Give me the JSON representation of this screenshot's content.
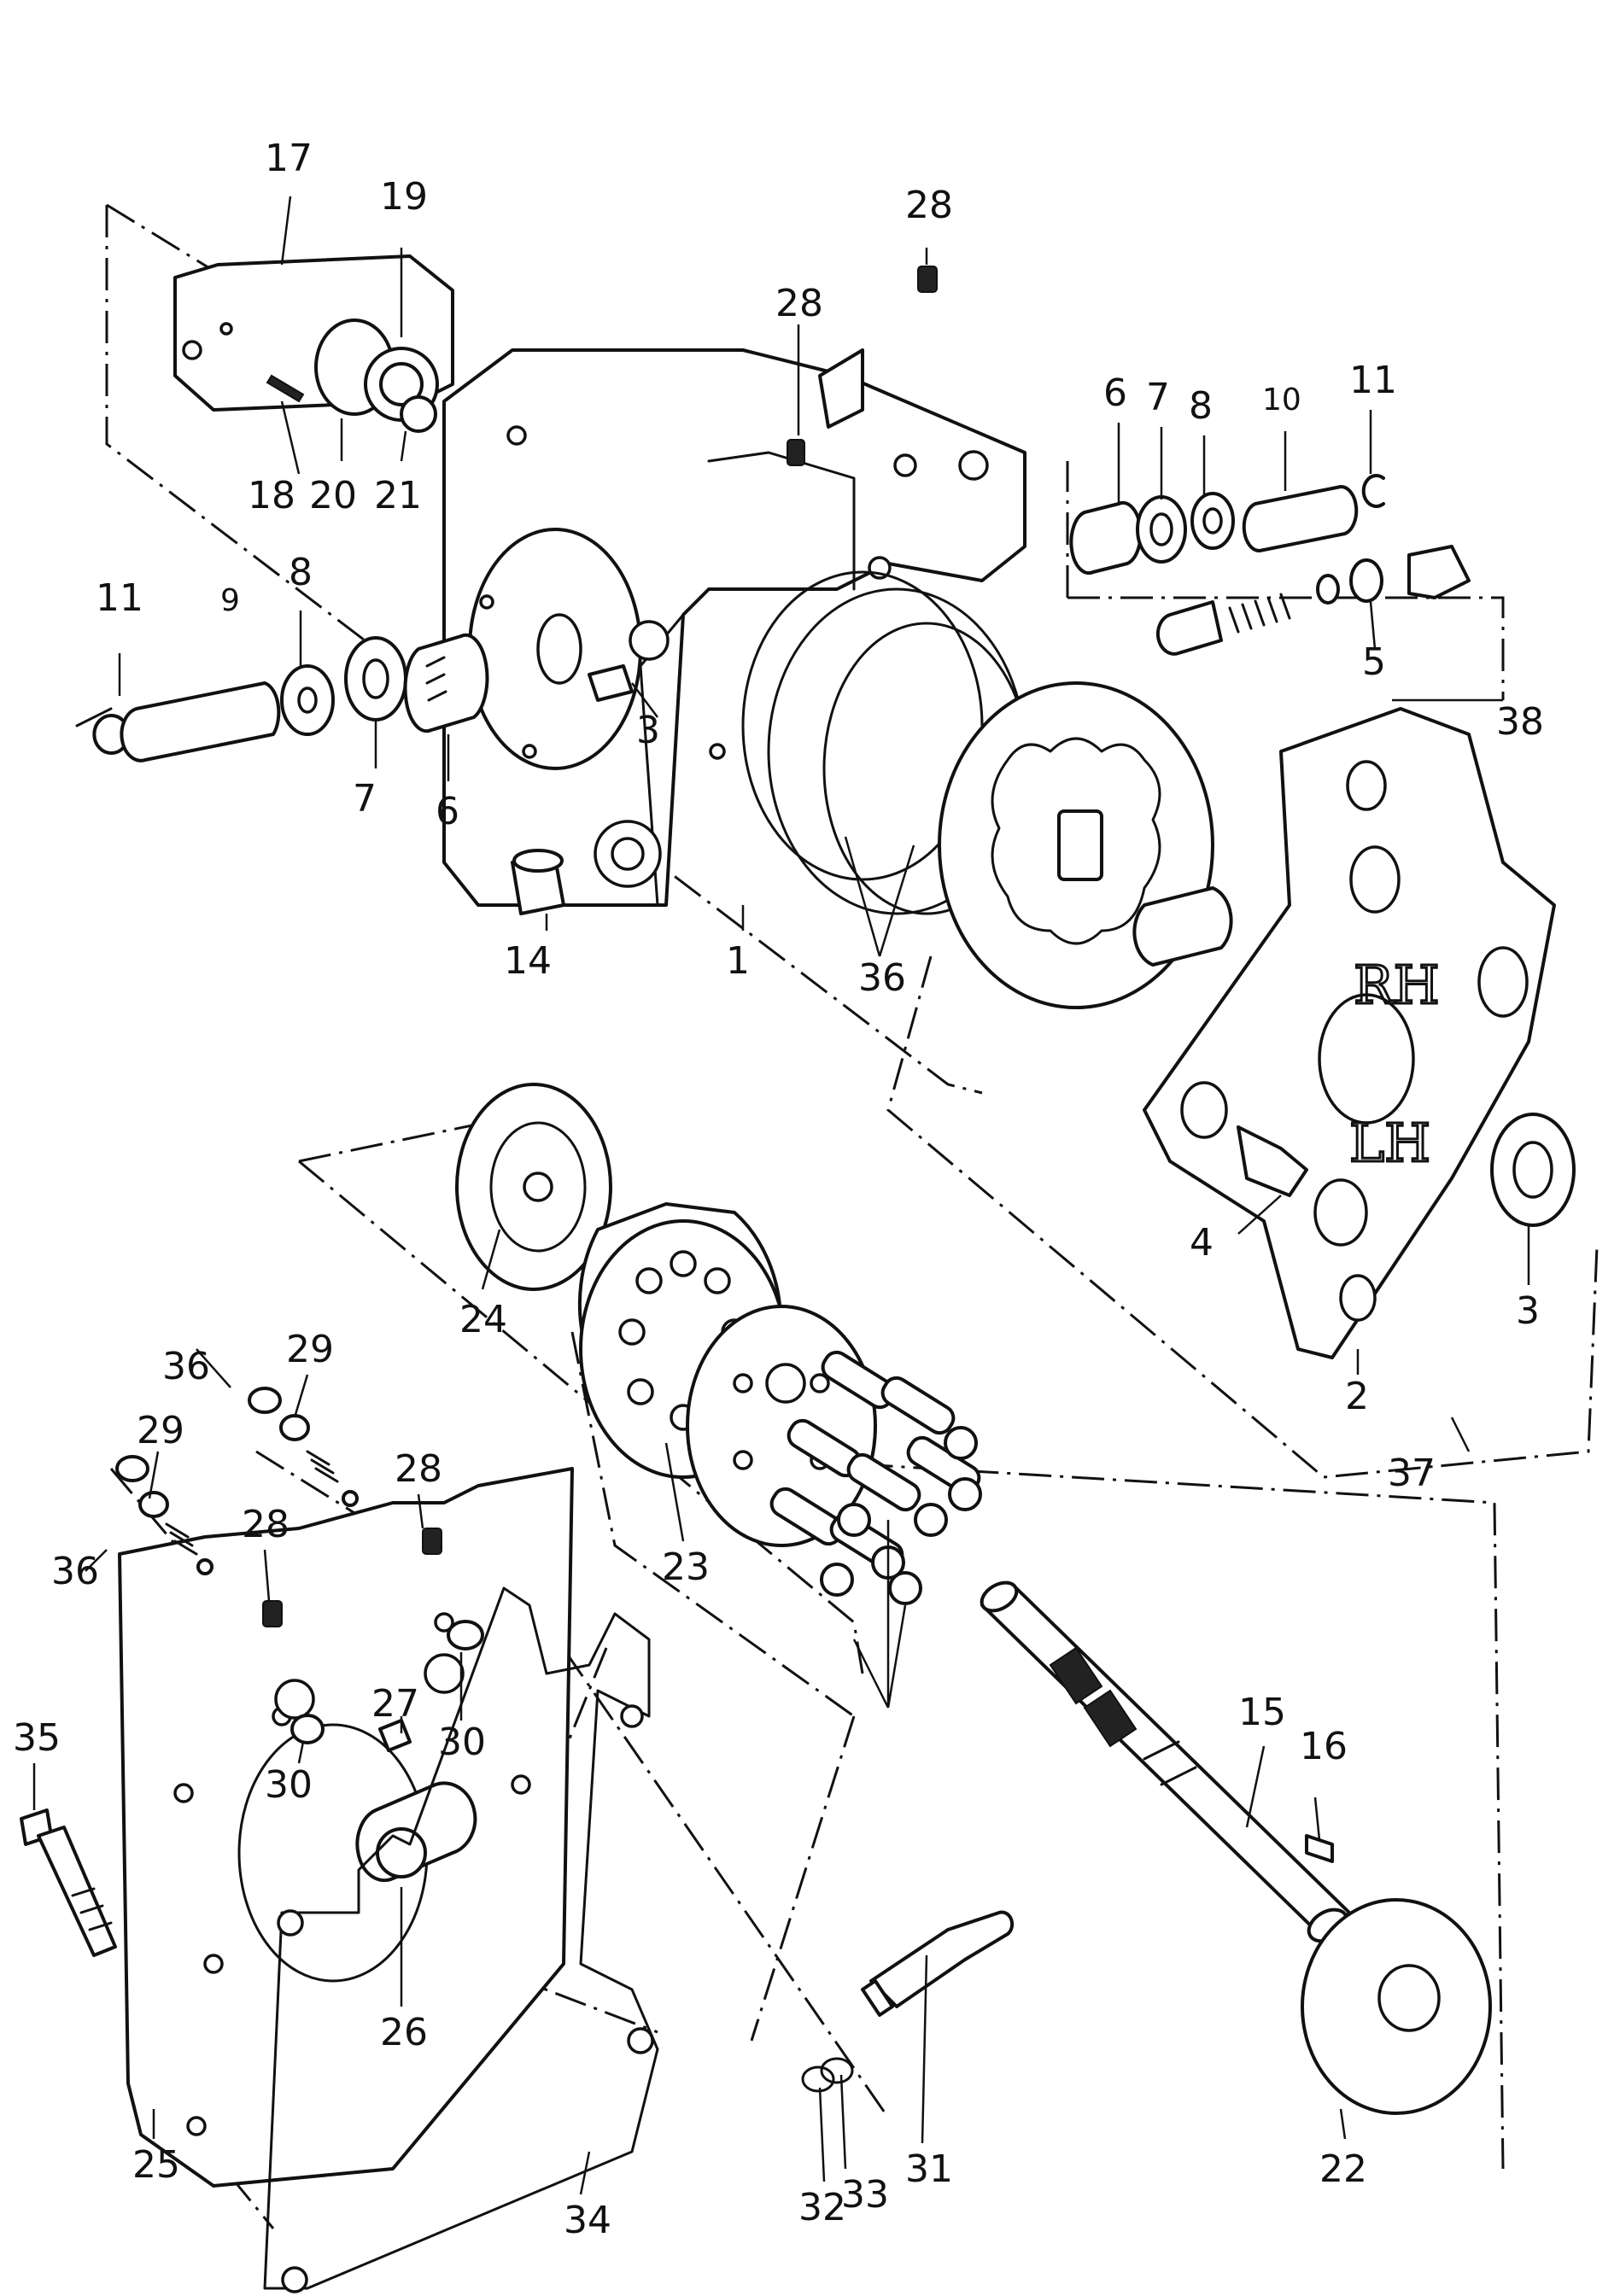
{
  "diagram": {
    "callouts": {
      "p1": "1",
      "p2": "2",
      "p3a": "3",
      "p3b": "3",
      "p4": "4",
      "p5": "5",
      "p6a": "6",
      "p6b": "6",
      "p7a": "7",
      "p7b": "7",
      "p8a": "8",
      "p8b": "8",
      "p9": "9",
      "p10": "10",
      "p11a": "11",
      "p11b": "11",
      "p14": "14",
      "p15": "15",
      "p16": "16",
      "p17": "17",
      "p18": "18",
      "p19": "19",
      "p20": "20",
      "p21": "21",
      "p22": "22",
      "p23": "23",
      "p24": "24",
      "p25": "25",
      "p26": "26",
      "p27": "27",
      "p28a": "28",
      "p28b": "28",
      "p28c": "28",
      "p28d": "28",
      "p29a": "29",
      "p29b": "29",
      "p30a": "30",
      "p30b": "30",
      "p31": "31",
      "p32": "32",
      "p33": "33",
      "p34": "34",
      "p35": "35",
      "p36a": "36",
      "p36b": "36",
      "p36c": "36",
      "p37": "37",
      "p38": "38"
    },
    "plate_marks": {
      "top": "RH",
      "bottom": "LH"
    }
  }
}
